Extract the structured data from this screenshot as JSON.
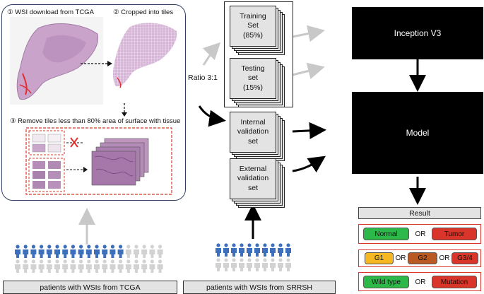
{
  "pipeline": {
    "step1": "① WSI download from TCGA",
    "step2": "② Cropped into tiles",
    "step3": "③ Remove tiles less than 80% area of surface with tissue",
    "ratio": "Ratio 3:1"
  },
  "sets": {
    "training": [
      "Training",
      "Set",
      "(85%)"
    ],
    "testing": [
      "Testing",
      "set",
      "(15%)"
    ],
    "internal": [
      "Internal",
      "validation",
      "set"
    ],
    "external": [
      "External",
      "validation",
      "set"
    ]
  },
  "models": {
    "inception": "Inception V3",
    "model": "Model"
  },
  "result": {
    "title": "Result",
    "or": "OR",
    "row1": [
      "Normal",
      "Tumor"
    ],
    "row2": [
      "G1",
      "G2",
      "G3/4"
    ],
    "row3": [
      "Wild type",
      "Mutation"
    ]
  },
  "patients": {
    "tcga_label": "patients with WSIs from TCGA",
    "srrsh_label": "patients with WSIs from SRRSH"
  },
  "colors": {
    "green": "#2db84a",
    "red": "#d9352a",
    "yellow": "#f5b820",
    "brown": "#b95a24",
    "blue_person": "#3d6fbd",
    "grey_person": "#d2d2d2"
  }
}
